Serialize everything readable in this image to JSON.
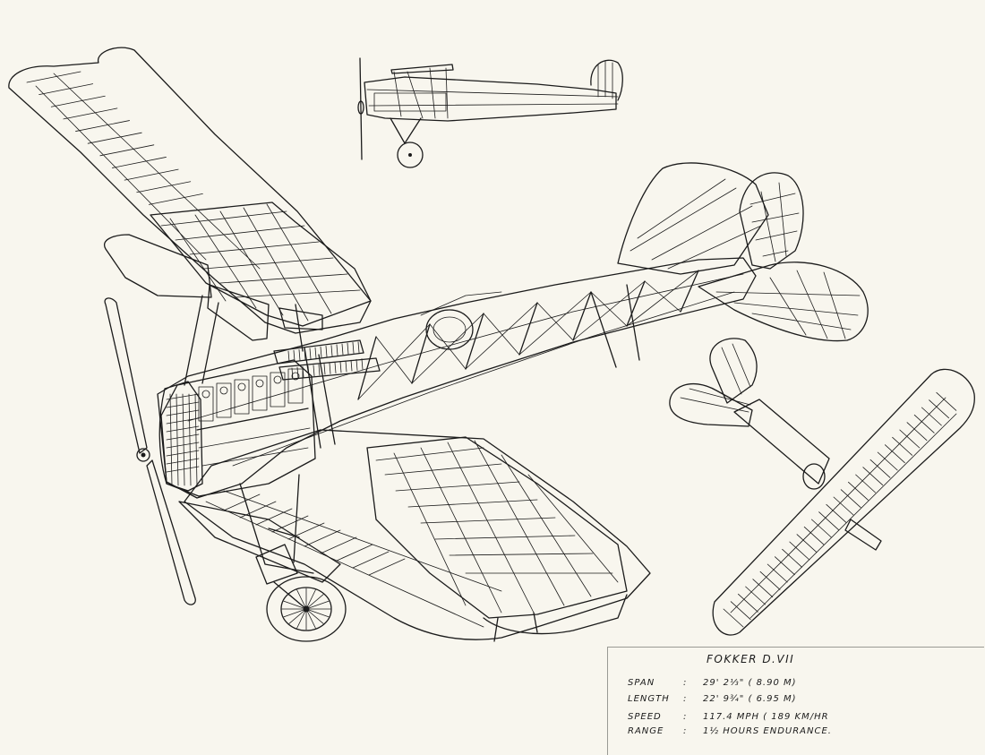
{
  "title": "FOKKER D.VII",
  "specs": [
    {
      "label": "SPAN",
      "sep": ":",
      "value": "29' 2⅓\" ( 8.90 M)"
    },
    {
      "label": "LENGTH",
      "sep": ":",
      "value": "22' 9¾\" ( 6.95 M)"
    },
    {
      "label": "SPEED",
      "sep": ":",
      "value": "117.4 MPH ( 189 KM/HR"
    },
    {
      "label": "RANGE",
      "sep": ":",
      "value": "1½ HOURS ENDURANCE."
    }
  ],
  "colors": {
    "paper": "#f8f6ee",
    "ink": "#1b1b1b"
  }
}
